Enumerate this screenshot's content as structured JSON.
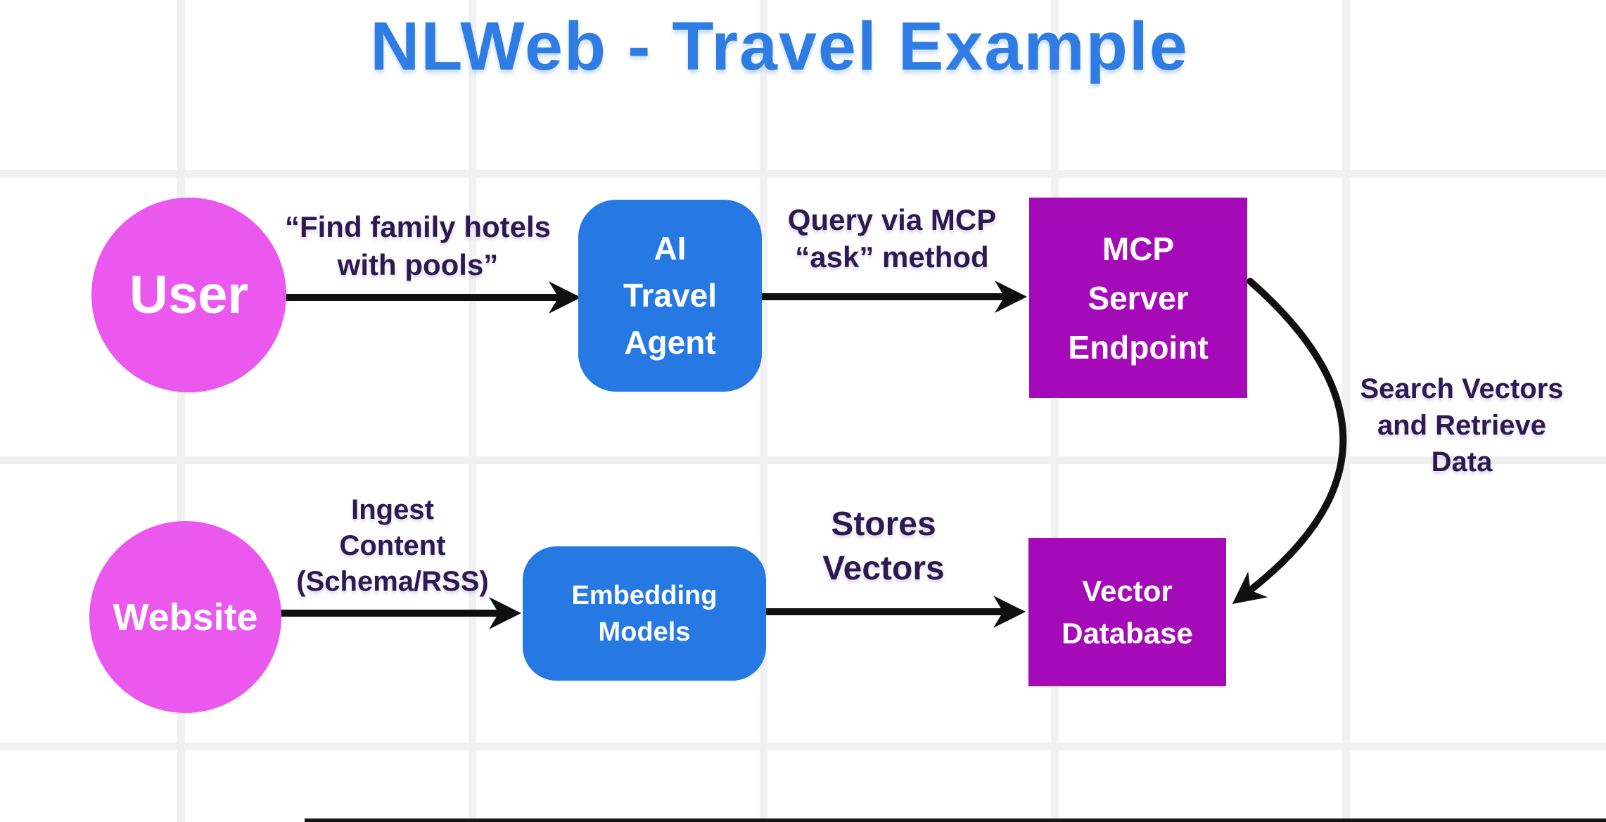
{
  "title": {
    "text": "NLWeb - Travel Example"
  },
  "nodes": {
    "user": {
      "label": "User"
    },
    "ai_travel_agent": {
      "lines": [
        "AI",
        "Travel",
        "Agent"
      ]
    },
    "mcp_server_endpoint": {
      "lines": [
        "MCP",
        "Server",
        "Endpoint"
      ]
    },
    "website": {
      "label": "Website"
    },
    "embedding_models": {
      "lines": [
        "Embedding",
        "Models"
      ]
    },
    "vector_database": {
      "lines": [
        "Vector",
        "Database"
      ]
    }
  },
  "edge_labels": {
    "user_query": {
      "lines": [
        "“Find family hotels",
        "with pools”"
      ]
    },
    "query_via_mcp": {
      "lines": [
        "Query via MCP",
        "“ask” method"
      ]
    },
    "search_vectors": {
      "lines": [
        "Search Vectors",
        "and Retrieve",
        "Data"
      ]
    },
    "ingest_content": {
      "lines": [
        "Ingest",
        "Content",
        "(Schema/RSS)"
      ]
    },
    "stores_vectors": {
      "lines": [
        "Stores",
        "Vectors"
      ]
    }
  },
  "colors": {
    "title": "#2e7ce4",
    "circle_node": "#ea58ee",
    "rounded_node": "#2679e3",
    "square_node": "#a50ab8",
    "edge_label_text": "#2d1a52",
    "arrow": "#101010",
    "grid_line": "#f1f1f1",
    "background": "#ffffff"
  }
}
